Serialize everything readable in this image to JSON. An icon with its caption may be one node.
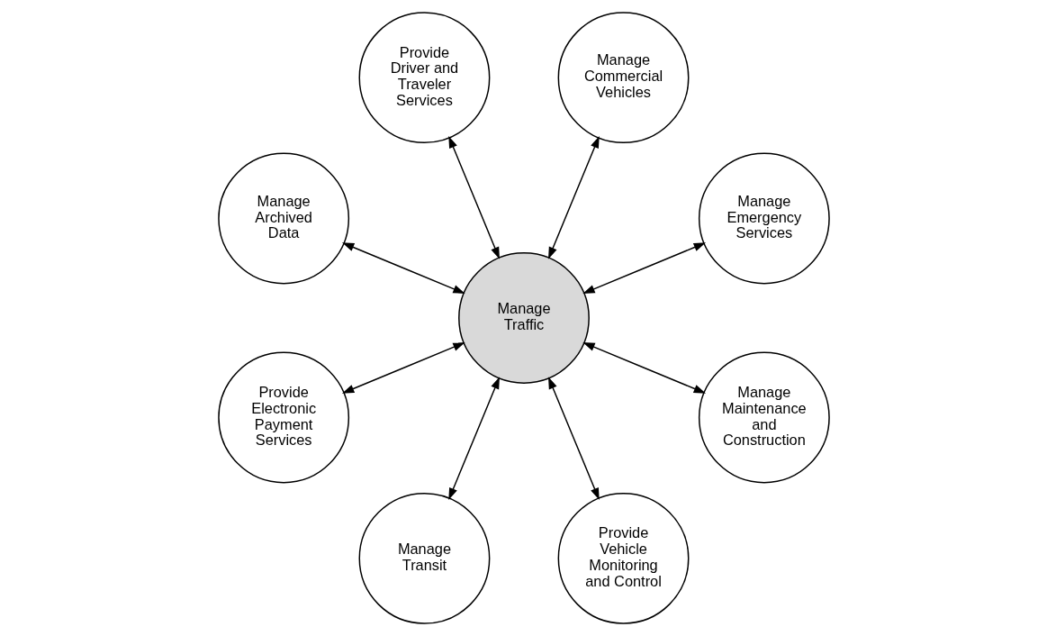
{
  "diagram": {
    "nodes": [
      {
        "text": [
          "Manage Emergency Services"
        ]
      },
      {
        "text": [
          "Manage Commercial Vehicles"
        ]
      },
      {
        "text": [
          "Provide Driver and Traveler Services"
        ]
      },
      {
        "text": [
          "Manage Archived Data"
        ]
      },
      {
        "text": [
          "Provide Electronic Payment Services"
        ]
      },
      {
        "text": [
          "Manage Transit"
        ]
      },
      {
        "text": [
          "Manage Traffic"
        ]
      },
      {
        "text": [
          "Provide Vehicle Monitoring and Control"
        ]
      },
      {
        "text": [
          "Manage Maintenance and Construction"
        ]
      }
    ],
    "edges": [
      {
        "from": 6,
        "to": 7,
        "arrow": "both"
      },
      {
        "from": 6,
        "to": 4,
        "arrow": "both"
      },
      {
        "from": 6,
        "to": 2,
        "arrow": "both"
      },
      {
        "from": 6,
        "to": 0,
        "arrow": "both"
      },
      {
        "from": 6,
        "to": 1,
        "arrow": "both"
      },
      {
        "from": 6,
        "to": 3,
        "arrow": "both"
      },
      {
        "from": 6,
        "to": 5,
        "arrow": "both"
      },
      {
        "from": 6,
        "to": 8,
        "arrow": "both"
      }
    ]
  }
}
